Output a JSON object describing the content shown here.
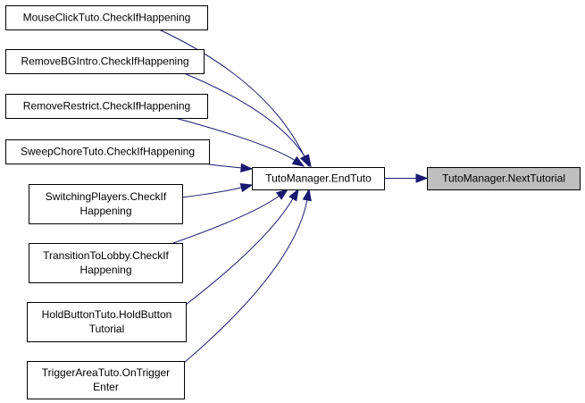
{
  "colors": {
    "edge": "#191970",
    "node_fill": "#ffffff",
    "focus_fill": "#bfbfbf",
    "node_border": "#000000"
  },
  "nodes": [
    {
      "id": "mouse",
      "lines": [
        "MouseClickTuto.CheckIfHappening"
      ]
    },
    {
      "id": "bgintro",
      "lines": [
        "RemoveBGIntro.CheckIfHappening"
      ]
    },
    {
      "id": "restrict",
      "lines": [
        "RemoveRestrict.CheckIfHappening"
      ]
    },
    {
      "id": "sweep",
      "lines": [
        "SweepChoreTuto.CheckIfHappening"
      ]
    },
    {
      "id": "switching",
      "lines": [
        "SwitchingPlayers.CheckIf",
        "Happening"
      ]
    },
    {
      "id": "lobby",
      "lines": [
        "TransitionToLobby.CheckIf",
        "Happening"
      ]
    },
    {
      "id": "holdbtn",
      "lines": [
        "HoldButtonTuto.HoldButton",
        "Tutorial"
      ]
    },
    {
      "id": "trigger",
      "lines": [
        "TriggerAreaTuto.OnTrigger",
        "Enter"
      ]
    },
    {
      "id": "endtuto",
      "lines": [
        "TutoManager.EndTuto"
      ]
    },
    {
      "id": "next",
      "lines": [
        "TutoManager.NextTutorial"
      ],
      "focus": true
    }
  ],
  "edges": [
    {
      "from": "mouse",
      "to": "endtuto"
    },
    {
      "from": "bgintro",
      "to": "endtuto"
    },
    {
      "from": "restrict",
      "to": "endtuto"
    },
    {
      "from": "sweep",
      "to": "endtuto"
    },
    {
      "from": "switching",
      "to": "endtuto"
    },
    {
      "from": "lobby",
      "to": "endtuto"
    },
    {
      "from": "holdbtn",
      "to": "endtuto"
    },
    {
      "from": "trigger",
      "to": "endtuto"
    },
    {
      "from": "endtuto",
      "to": "next"
    }
  ]
}
